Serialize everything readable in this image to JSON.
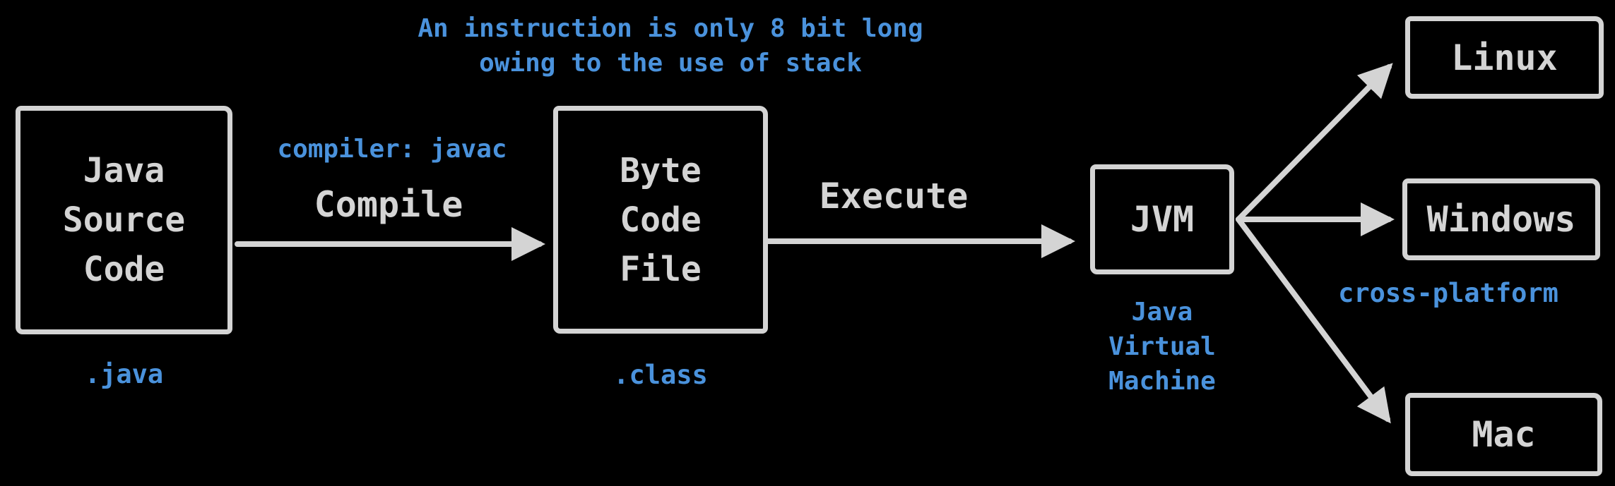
{
  "colors": {
    "background": "#000000",
    "stroke_gray": "#d4d4d4",
    "accent_blue": "#4a92dc"
  },
  "annotations": {
    "top_note_line1": "An instruction is only 8 bit long",
    "top_note_line2": "owing to the use of stack",
    "compiler_note": "compiler: javac",
    "cross_platform_note": "cross-platform"
  },
  "nodes": {
    "source": {
      "label_lines": [
        "Java",
        "Source",
        "Code"
      ],
      "extension": ".java"
    },
    "bytecode": {
      "label_lines": [
        "Byte",
        "Code",
        "File"
      ],
      "extension": ".class"
    },
    "jvm": {
      "label": "JVM",
      "sublabel_lines": [
        "Java",
        "Virtual",
        "Machine"
      ]
    },
    "linux": {
      "label": "Linux"
    },
    "windows": {
      "label": "Windows"
    },
    "mac": {
      "label": "Mac"
    }
  },
  "edges": {
    "compile_label": "Compile",
    "execute_label": "Execute"
  }
}
